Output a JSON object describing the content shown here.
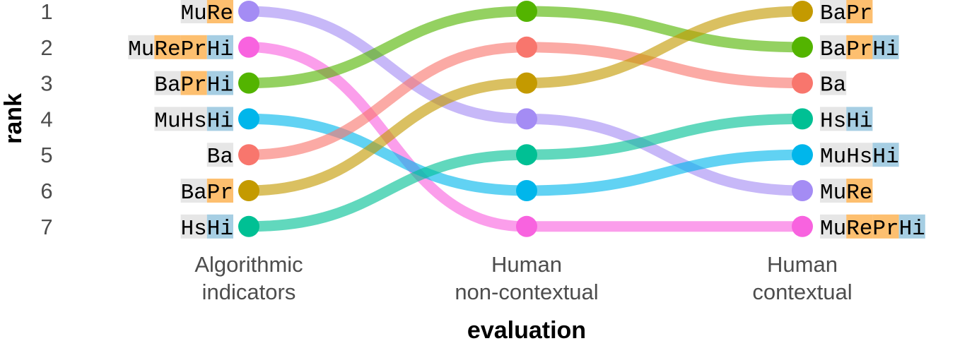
{
  "chart_data": {
    "type": "bump",
    "xlabel": "evaluation",
    "ylabel": "rank",
    "ranks": [
      "1",
      "2",
      "3",
      "4",
      "5",
      "6",
      "7"
    ],
    "evaluations": [
      {
        "name": "Algorithmic indicators",
        "lines": [
          "Algorithmic",
          "indicators"
        ]
      },
      {
        "name": "Human non-contextual",
        "lines": [
          "Human",
          "non-contextual"
        ]
      },
      {
        "name": "Human contextual",
        "lines": [
          "Human",
          "contextual"
        ]
      }
    ],
    "component_colors": {
      "Mu": "#e6e6e6",
      "Ba": "#e6e6e6",
      "Hs": "#e6e6e6",
      "Re": "#fdbf6f",
      "Pr": "#fdbf6f",
      "Hi": "#a6cee3"
    },
    "series": [
      {
        "name": "MuRe",
        "segments": [
          "Mu",
          "Re"
        ],
        "color": "#a48cf4",
        "ranks": [
          1,
          4,
          6
        ]
      },
      {
        "name": "MuRePrHi",
        "segments": [
          "Mu",
          "Re",
          "Pr",
          "Hi"
        ],
        "color": "#f863df",
        "ranks": [
          2,
          7,
          7
        ]
      },
      {
        "name": "BaPrHi",
        "segments": [
          "Ba",
          "Pr",
          "Hi"
        ],
        "color": "#53b400",
        "ranks": [
          3,
          1,
          2
        ]
      },
      {
        "name": "MuHsHi",
        "segments": [
          "Mu",
          "Hs",
          "Hi"
        ],
        "color": "#00b6eb",
        "ranks": [
          4,
          6,
          5
        ]
      },
      {
        "name": "Ba",
        "segments": [
          "Ba"
        ],
        "color": "#f8766d",
        "ranks": [
          5,
          2,
          3
        ]
      },
      {
        "name": "BaPr",
        "segments": [
          "Ba",
          "Pr"
        ],
        "color": "#c49a00",
        "ranks": [
          6,
          3,
          1
        ]
      },
      {
        "name": "HsHi",
        "segments": [
          "Hs",
          "Hi"
        ],
        "color": "#00c094",
        "ranks": [
          7,
          5,
          4
        ]
      }
    ]
  }
}
